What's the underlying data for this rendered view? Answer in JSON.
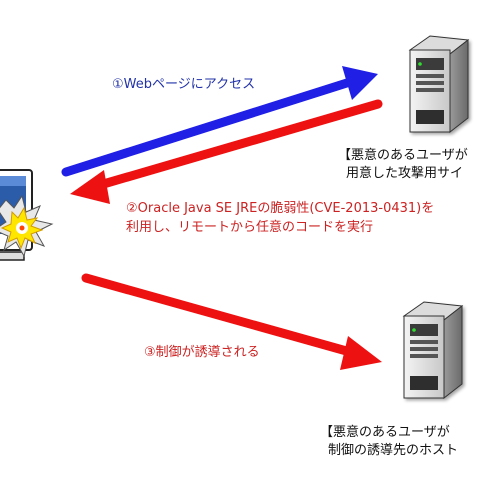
{
  "arrows": {
    "step1_label": "①Webページにアクセス",
    "step2_label_line1": "②Oracle Java SE JREの脆弱性(CVE-2013-0431)を",
    "step2_label_line2": "利用し、リモートから任意のコードを実行",
    "step3_label": "③制御が誘導される"
  },
  "servers": {
    "attack_site_line1": "【悪意のあるユーザが",
    "attack_site_line2": "用意した攻撃用サイ",
    "redirect_host_line1": "【悪意のあるユーザが",
    "redirect_host_line2": "制御の誘導先のホスト"
  },
  "colors": {
    "blue_arrow": "#1f1fe6",
    "red_arrow": "#ee1111",
    "blue_text": "#2233aa",
    "red_text": "#cc2222"
  },
  "icons": [
    "client-pc-icon",
    "explosion-icon",
    "server-icon",
    "server-icon"
  ]
}
